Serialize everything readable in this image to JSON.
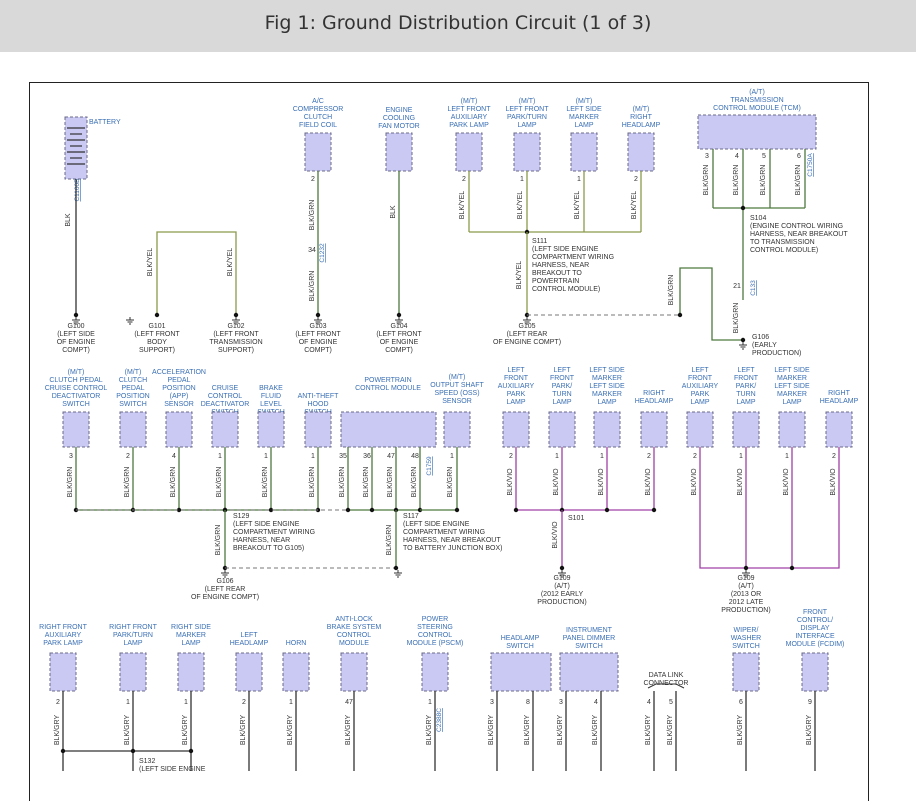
{
  "header": {
    "title": "Fig 1: Ground Distribution Circuit (1 of 3)"
  },
  "colors": {
    "green": "#4e7a3e",
    "olive": "#8a9a4a",
    "purple": "#a040a8",
    "blue_text": "#3a6fb4",
    "component_fill": "#c9c9f4"
  },
  "components": [
    {
      "id": "battery",
      "lines": [
        "BATTERY"
      ]
    },
    {
      "id": "ac_clutch",
      "lines": [
        "A/C",
        "COMPRESSOR",
        "CLUTCH",
        "FIELD COIL"
      ]
    },
    {
      "id": "fan_motor",
      "lines": [
        "ENGINE",
        "COOLING",
        "FAN MOTOR"
      ]
    },
    {
      "id": "lf_aux_park",
      "lines": [
        "(M/T)",
        "LEFT FRONT",
        "AUXILIARY",
        "PARK LAMP"
      ]
    },
    {
      "id": "lf_park_turn",
      "lines": [
        "(M/T)",
        "LEFT FRONT",
        "PARK/TURN",
        "LAMP"
      ]
    },
    {
      "id": "ls_marker",
      "lines": [
        "(M/T)",
        "LEFT SIDE",
        "MARKER",
        "LAMP"
      ]
    },
    {
      "id": "r_headlamp",
      "lines": [
        "(M/T)",
        "RIGHT",
        "HEADLAMP"
      ]
    },
    {
      "id": "tcm",
      "lines": [
        "(A/T)",
        "TRANSMISSION",
        "CONTROL MODULE (TCM)"
      ]
    },
    {
      "id": "clutch_deact",
      "lines": [
        "(M/T)",
        "CLUTCH PEDAL",
        "CRUISE CONTROL",
        "DEACTIVATOR",
        "SWITCH"
      ]
    },
    {
      "id": "clutch_pos",
      "lines": [
        "(M/T)",
        "CLUTCH",
        "PEDAL",
        "POSITION",
        "SWITCH"
      ]
    },
    {
      "id": "app",
      "lines": [
        "ACCELERATION",
        "PEDAL",
        "POSITION",
        "(APP)",
        "SENSOR"
      ]
    },
    {
      "id": "cruise_deact",
      "lines": [
        "CRUISE",
        "CONTROL",
        "DEACTIVATOR",
        "SWITCH"
      ]
    },
    {
      "id": "brake_fluid",
      "lines": [
        "BRAKE",
        "FLUID",
        "LEVEL",
        "SWITCH"
      ]
    },
    {
      "id": "hood_switch",
      "lines": [
        "ANTI-THEFT",
        "HOOD",
        "SWITCH"
      ]
    },
    {
      "id": "pcm",
      "lines": [
        "POWERTRAIN",
        "CONTROL MODULE"
      ]
    },
    {
      "id": "oss",
      "lines": [
        "(M/T)",
        "OUTPUT SHAFT",
        "SPEED (OSS)",
        "SENSOR"
      ]
    },
    {
      "id": "lf_aux_park2",
      "lines": [
        "LEFT",
        "FRONT",
        "AUXILIARY",
        "PARK",
        "LAMP"
      ]
    },
    {
      "id": "lf_park_turn2",
      "lines": [
        "LEFT",
        "FRONT",
        "PARK/",
        "TURN",
        "LAMP"
      ]
    },
    {
      "id": "ls_marker2",
      "lines": [
        "LEFT SIDE",
        "MARKER",
        "LEFT SIDE",
        "MARKER",
        "LAMP"
      ]
    },
    {
      "id": "r_headlamp2",
      "lines": [
        "RIGHT",
        "HEADLAMP"
      ]
    },
    {
      "id": "lf_aux_park3",
      "lines": [
        "LEFT",
        "FRONT",
        "AUXILIARY",
        "PARK",
        "LAMP"
      ]
    },
    {
      "id": "lf_park_turn3",
      "lines": [
        "LEFT",
        "FRONT",
        "PARK/",
        "TURN",
        "LAMP"
      ]
    },
    {
      "id": "ls_marker3",
      "lines": [
        "LEFT SIDE",
        "MARKER",
        "LEFT SIDE",
        "MARKER",
        "LAMP"
      ]
    },
    {
      "id": "r_headlamp3",
      "lines": [
        "RIGHT",
        "HEADLAMP"
      ]
    },
    {
      "id": "rf_aux_park",
      "lines": [
        "RIGHT FRONT",
        "AUXILIARY",
        "PARK LAMP"
      ]
    },
    {
      "id": "rf_park_turn",
      "lines": [
        "RIGHT FRONT",
        "PARK/TURN",
        "LAMP"
      ]
    },
    {
      "id": "rs_marker",
      "lines": [
        "RIGHT SIDE",
        "MARKER",
        "LAMP"
      ]
    },
    {
      "id": "l_headlamp",
      "lines": [
        "LEFT",
        "HEADLAMP"
      ]
    },
    {
      "id": "horn",
      "lines": [
        "HORN"
      ]
    },
    {
      "id": "abs",
      "lines": [
        "ANTI-LOCK",
        "BRAKE SYSTEM",
        "CONTROL",
        "MODULE"
      ]
    },
    {
      "id": "pscm",
      "lines": [
        "POWER",
        "STEERING",
        "CONTROL",
        "MODULE (PSCM)"
      ]
    },
    {
      "id": "headlamp_sw",
      "lines": [
        "HEADLAMP",
        "SWITCH"
      ]
    },
    {
      "id": "dimmer_sw",
      "lines": [
        "INSTRUMENT",
        "PANEL DIMMER",
        "SWITCH"
      ]
    },
    {
      "id": "dlc",
      "lines": [
        "DATA LINK",
        "CONNECTOR"
      ]
    },
    {
      "id": "wiper_sw",
      "lines": [
        "WIPER/",
        "WASHER",
        "SWITCH"
      ]
    },
    {
      "id": "fcdim",
      "lines": [
        "FRONT",
        "CONTROL/",
        "DISPLAY",
        "INTERFACE",
        "MODULE (FCDIM)"
      ]
    }
  ],
  "grounds": [
    {
      "id": "g100",
      "lines": [
        "G100",
        "(LEFT SIDE",
        "OF ENGINE",
        "COMPT)"
      ]
    },
    {
      "id": "g101",
      "lines": [
        "G101",
        "(LEFT FRONT",
        "BODY",
        "SUPPORT)"
      ]
    },
    {
      "id": "g102",
      "lines": [
        "G102",
        "(LEFT FRONT",
        "TRANSMISSION",
        "SUPPORT)"
      ]
    },
    {
      "id": "g103",
      "lines": [
        "G103",
        "(LEFT FRONT",
        "OF ENGINE",
        "COMPT)"
      ]
    },
    {
      "id": "g104",
      "lines": [
        "G104",
        "(LEFT FRONT",
        "OF ENGINE",
        "COMPT)"
      ]
    },
    {
      "id": "g105",
      "lines": [
        "G105",
        "(LEFT REAR",
        "OF ENGINE COMPT)"
      ]
    },
    {
      "id": "g106a",
      "lines": [
        "G106",
        "(EARLY",
        "PRODUCTION)"
      ]
    },
    {
      "id": "g106b",
      "lines": [
        "G106",
        "(LEFT REAR",
        "OF ENGINE COMPT)"
      ]
    },
    {
      "id": "g109a",
      "lines": [
        "G109",
        "(A/T)",
        "(2012 EARLY",
        "PRODUCTION)"
      ]
    },
    {
      "id": "g109b",
      "lines": [
        "G109",
        "(A/T)",
        "(2013 OR",
        "2012 LATE",
        "PRODUCTION)"
      ]
    }
  ],
  "splices": [
    {
      "id": "s104",
      "lines": [
        "S104",
        "(ENGINE CONTROL WIRING",
        "HARNESS, NEAR BREAKOUT",
        "TO TRANSMISSION",
        "CONTROL MODULE)"
      ]
    },
    {
      "id": "s111",
      "lines": [
        "S111",
        "(LEFT SIDE ENGINE",
        "COMPARTMENT WIRING",
        "HARNESS, NEAR",
        "BREAKOUT TO",
        "POWERTRAIN",
        "CONTROL MODULE)"
      ]
    },
    {
      "id": "s129",
      "lines": [
        "S129",
        "(LEFT SIDE ENGINE",
        "COMPARTMENT WIRING",
        "HARNESS, NEAR",
        "BREAKOUT TO G105)"
      ]
    },
    {
      "id": "s117",
      "lines": [
        "S117",
        "(LEFT SIDE ENGINE",
        "COMPARTMENT WIRING",
        "HARNESS, NEAR BREAKOUT",
        "TO BATTERY JUNCTION BOX)"
      ]
    },
    {
      "id": "s101",
      "lines": [
        "S101"
      ]
    },
    {
      "id": "s132",
      "lines": [
        "S132",
        "(LEFT SIDE ENGINE"
      ]
    }
  ],
  "connectors": [
    "C1100B",
    "C1232",
    "C1750A",
    "C133",
    "C1759",
    "C2388C"
  ],
  "wire_colors": {
    "blk": "BLK",
    "blk_grn": "BLK/GRN",
    "blk_yel": "BLK/YEL",
    "blk_vio": "BLK/VIO",
    "blk_gry": "BLK/GRY"
  },
  "pins": {
    "p1": "1",
    "p2": "2",
    "p3": "3",
    "p4": "4",
    "p5": "5",
    "p6": "6",
    "p8": "8",
    "p9": "9",
    "p21": "21",
    "p34": "34",
    "p35": "35",
    "p36": "36",
    "p47": "47",
    "p48": "48"
  }
}
